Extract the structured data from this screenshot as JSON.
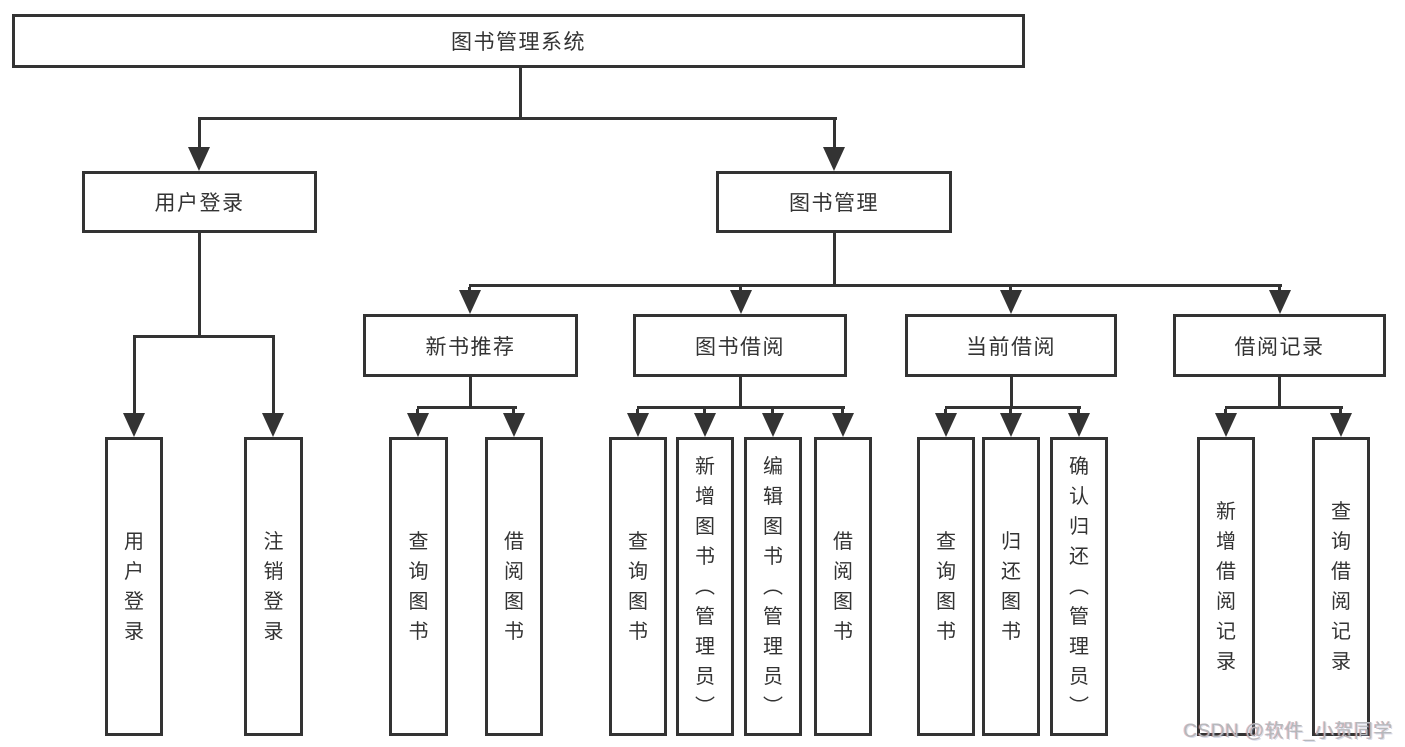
{
  "tree": {
    "root": {
      "label": "图书管理系统"
    },
    "user_login": {
      "label": "用户登录",
      "children": [
        {
          "label": "用户登录"
        },
        {
          "label": "注销登录"
        }
      ]
    },
    "book_mgmt": {
      "label": "图书管理",
      "sections": [
        {
          "label": "新书推荐",
          "children": [
            {
              "label": "查询图书"
            },
            {
              "label": "借阅图书"
            }
          ]
        },
        {
          "label": "图书借阅",
          "children": [
            {
              "label": "查询图书"
            },
            {
              "label": "新增图书（管理员）"
            },
            {
              "label": "编辑图书（管理员）"
            },
            {
              "label": "借阅图书"
            }
          ]
        },
        {
          "label": "当前借阅",
          "children": [
            {
              "label": "查询图书"
            },
            {
              "label": "归还图书"
            },
            {
              "label": "确认归还（管理员）"
            }
          ]
        },
        {
          "label": "借阅记录",
          "children": [
            {
              "label": "新增借阅记录"
            },
            {
              "label": "查询借阅记录"
            }
          ]
        }
      ]
    }
  },
  "watermark": {
    "text": "CSDN @软件_小贺同学"
  },
  "colors": {
    "line": "#333333",
    "text": "#333333",
    "background": "#ffffff",
    "watermark": "#b5b8bc"
  }
}
